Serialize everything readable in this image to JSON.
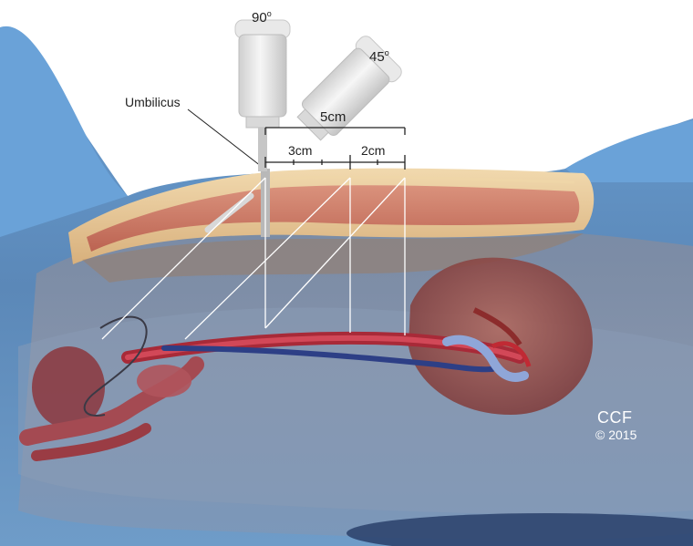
{
  "labels": {
    "angle_90": "90",
    "angle_45": "45",
    "degree_mark": "o",
    "umbilicus": "Umbilicus",
    "distance_5cm": "5cm",
    "distance_3cm": "3cm",
    "distance_2cm": "2cm"
  },
  "watermark": {
    "brand": "CCF",
    "copyright": "© 2015"
  },
  "colors": {
    "body_blue": "#5b8fc4",
    "skin_fat": "#e8c99a",
    "muscle": "#c46a5c",
    "artery": "#c0303a",
    "vein": "#2f4c9a",
    "trocar": "#e4e4e4",
    "line": "#ffffff",
    "text": "#222222"
  }
}
